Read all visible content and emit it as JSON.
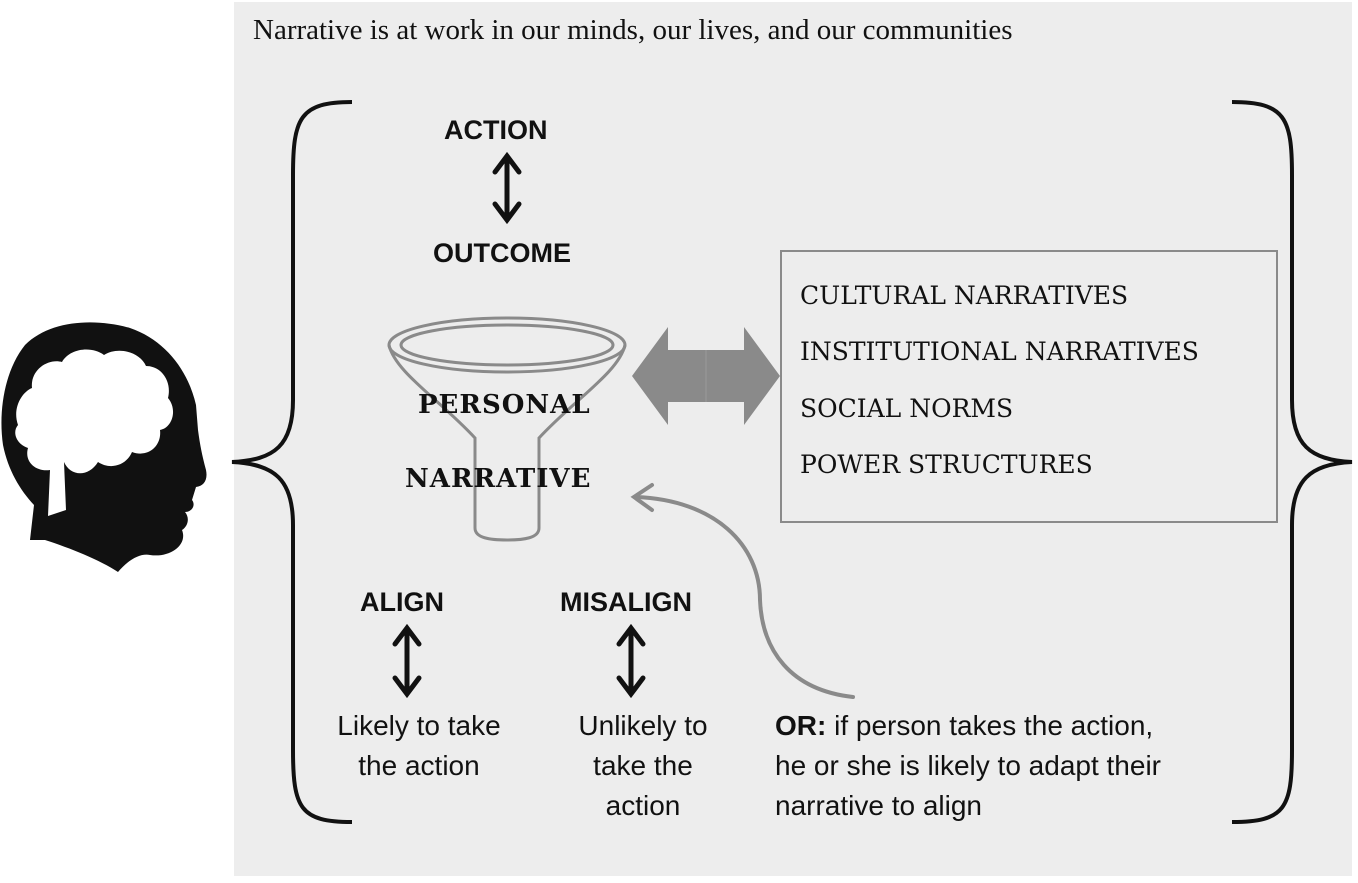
{
  "title": "Narrative is at work in our minds, our lives, and our communities",
  "top": {
    "action": "ACTION",
    "outcome": "OUTCOME"
  },
  "funnel": {
    "line1": "PERSONAL",
    "line2": "NARRATIVE"
  },
  "influences": [
    "CULTURAL NARRATIVES",
    "INSTITUTIONAL NARRATIVES",
    "SOCIAL NORMS",
    "POWER STRUCTURES"
  ],
  "align": {
    "label": "ALIGN",
    "result": [
      "Likely to take",
      "the action"
    ]
  },
  "misalign": {
    "label": "MISALIGN",
    "result": [
      "Unlikely to",
      "take the",
      "action"
    ]
  },
  "note": {
    "prefix": "OR:",
    "lines": [
      " if person takes the action,",
      "he or she is likely to adapt their",
      "narrative to align"
    ]
  },
  "colors": {
    "panel": "#ededed",
    "arrow_gray": "#8a8a8a",
    "ink": "#111111"
  },
  "icons": {
    "head": "head-with-brain-icon"
  }
}
